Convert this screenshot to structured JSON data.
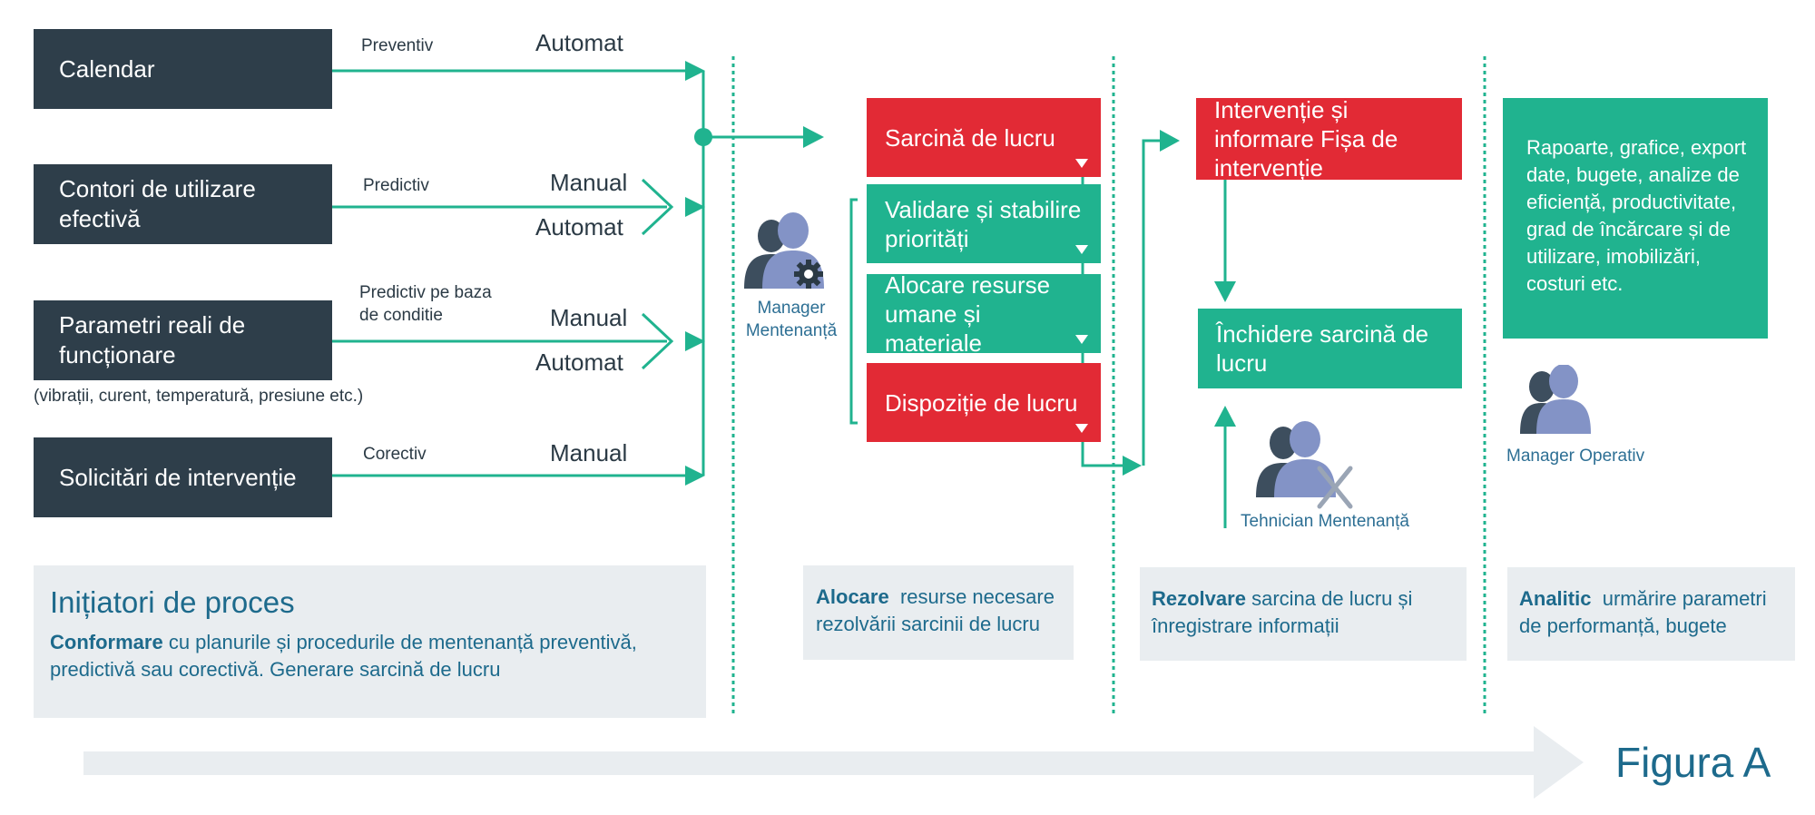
{
  "colors": {
    "dark_box": "#2e3e4a",
    "red_box": "#e22a35",
    "teal_box": "#20b38f",
    "panel_bg": "#e9edf0",
    "connector": "#20b38f",
    "blue_text": "#1d6a8c"
  },
  "initiators": [
    {
      "label": "Calendar",
      "type": "Preventiv",
      "modes": [
        "Automat"
      ]
    },
    {
      "label": "Contori de utilizare efectivă",
      "type": "Predictiv",
      "modes": [
        "Manual",
        "Automat"
      ]
    },
    {
      "label": "Parametri reali de funcționare",
      "type": "Predictiv pe baza de conditie",
      "modes": [
        "Manual",
        "Automat"
      ],
      "note": "(vibrații, curent, temperatură, presiune etc.)"
    },
    {
      "label": "Solicitări de intervenție",
      "type": "Corectiv",
      "modes": [
        "Manual"
      ]
    }
  ],
  "allocation_steps": [
    {
      "label": "Sarcină de lucru"
    },
    {
      "label": "Validare și stabilire priorități"
    },
    {
      "label": "Alocare resurse umane și materiale"
    },
    {
      "label": "Dispoziție de lucru"
    }
  ],
  "resolution_steps": [
    {
      "label": "Intervenție și informare Fișa de intervenție"
    },
    {
      "label": "Închidere sarcină de lucru"
    }
  ],
  "analytics_box": "Rapoarte, grafice, export date, bugete, analize de eficiență, productivitate, grad de încărcare și de utilizare, imobilizări, costuri etc.",
  "people": {
    "manager_mentenanta": "Manager Mentenanță",
    "tehnician": "Tehnician Mentenanță",
    "manager_operativ": "Manager Operativ"
  },
  "phases": {
    "initiators": {
      "title": "Inițiatori de proces",
      "bold": "Conformare",
      "text": "cu planurile și procedurile de mentenanță preventivă, predictivă sau corectivă. Generare sarcină de lucru"
    },
    "allocation": {
      "bold": "Alocare",
      "text": "resurse necesare rezolvării sarcinii de lucru"
    },
    "resolution": {
      "bold": "Rezolvare",
      "text": "sarcina de lucru și înregistrare informații"
    },
    "analytic": {
      "bold": "Analitic",
      "text": "urmărire parametri de performanță, bugete"
    }
  },
  "figure_label": "Figura A"
}
